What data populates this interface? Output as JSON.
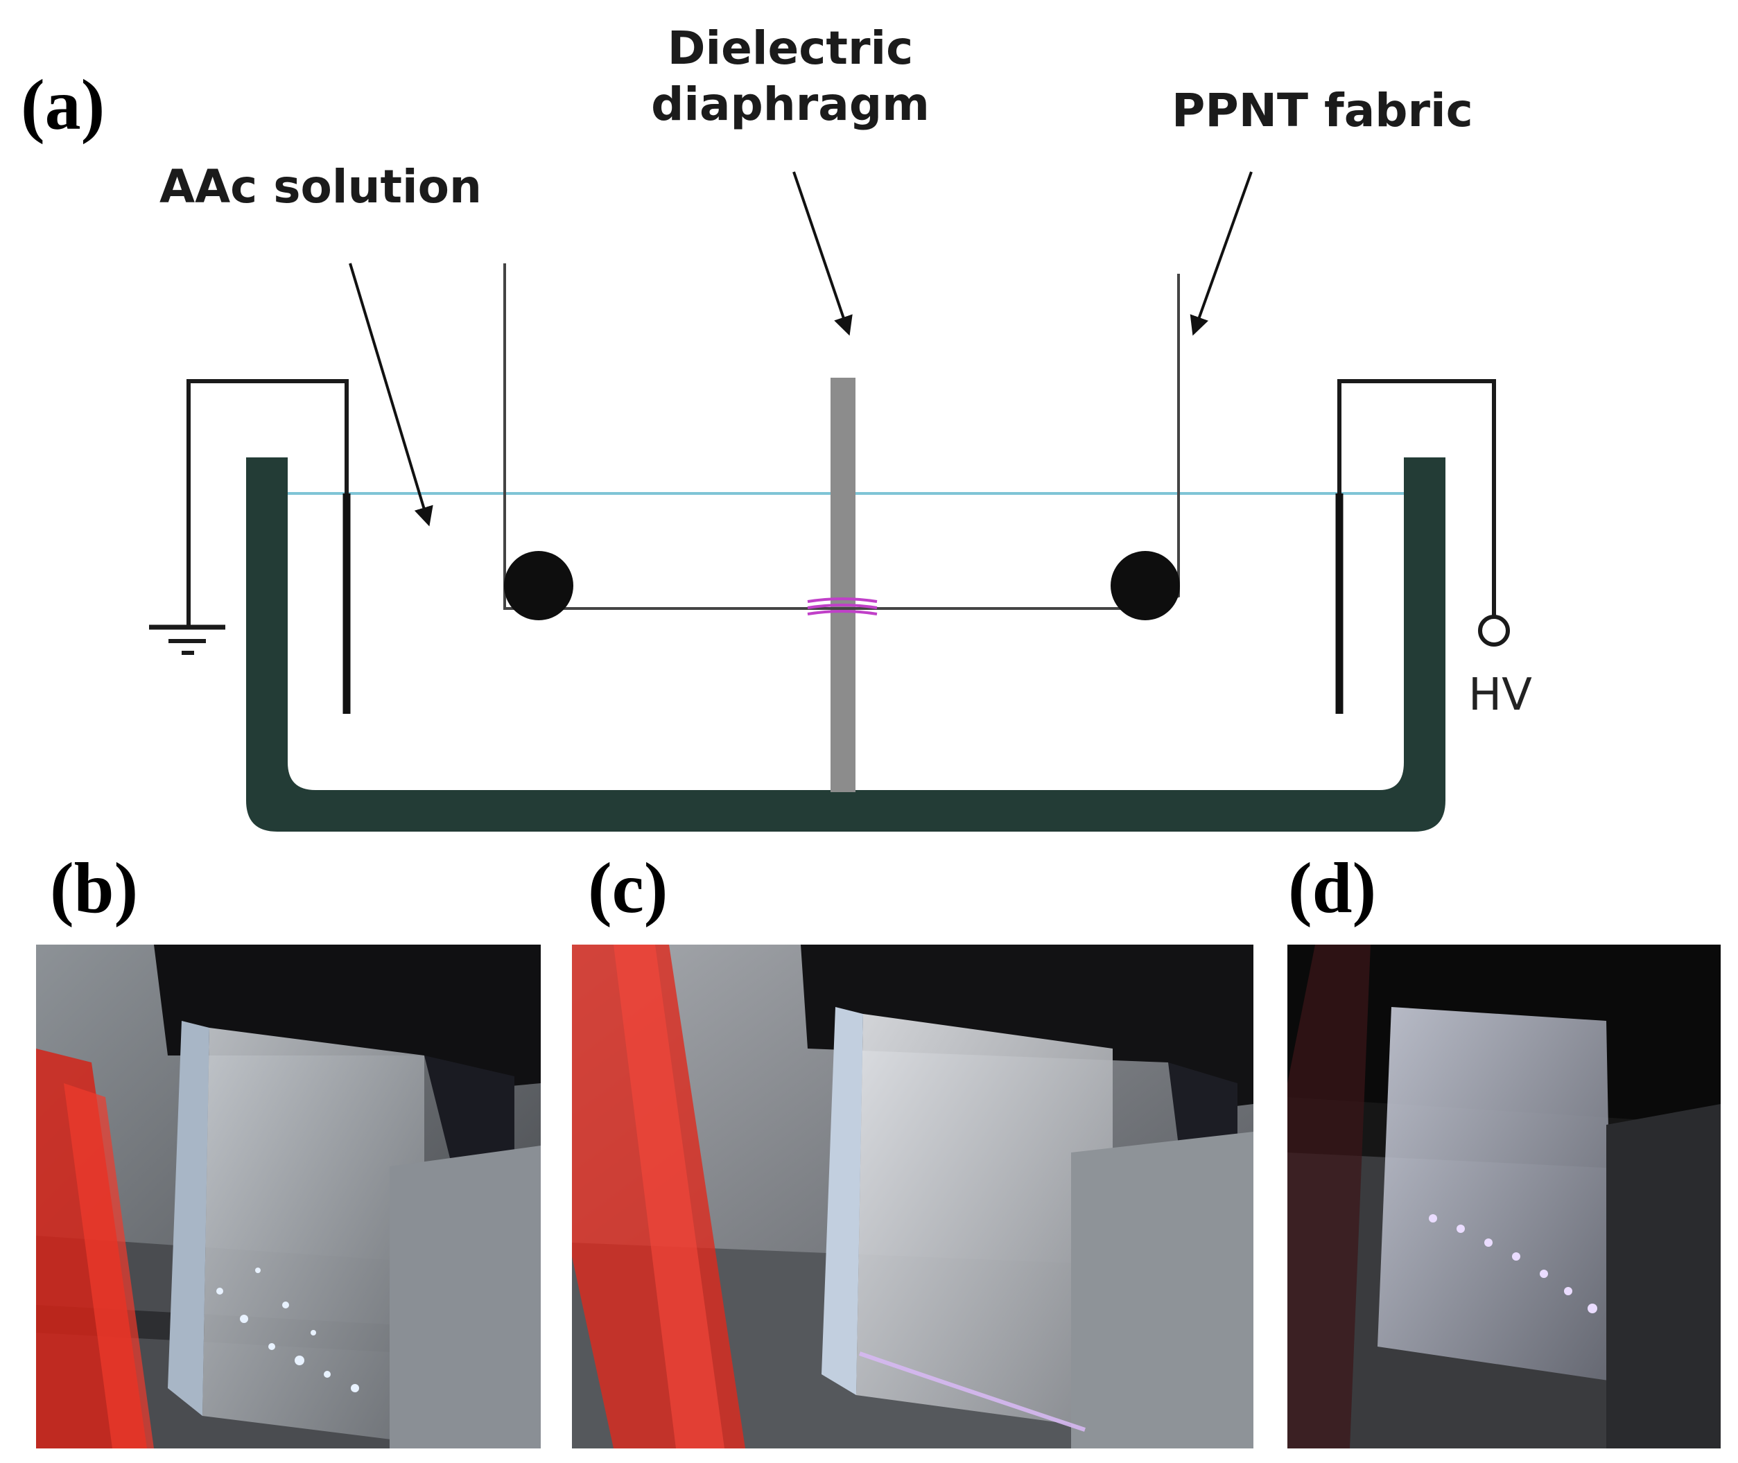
{
  "panels": {
    "a": "(a)",
    "b": "(b)",
    "c": "(c)",
    "d": "(d)"
  },
  "labels": {
    "aac_solution": "AAc solution",
    "dielectric_line1": "Dielectric",
    "dielectric_line2": "diaphragm",
    "ppnt_fabric": "PPNT fabric",
    "hv": "HV"
  },
  "colors": {
    "tank": "#233c36",
    "diaphragm": "#8c8c8c",
    "liquid_line": "#7fc4d6",
    "discharge": "#c040c8",
    "red_dye": "#e0201c"
  }
}
